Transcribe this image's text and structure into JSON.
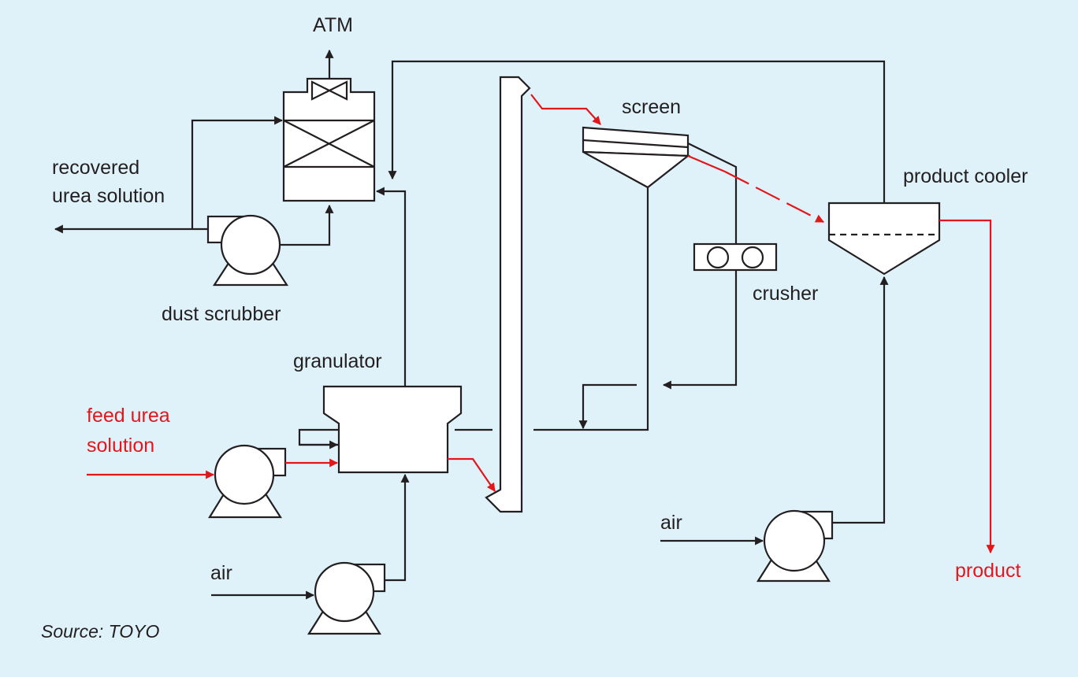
{
  "colors": {
    "background": "#dff2fa",
    "line": "#231f20",
    "product_stream": "#e3161c"
  },
  "labels": {
    "atm": "ATM",
    "recovered_urea_solution": [
      "recovered",
      "urea solution"
    ],
    "dust_scrubber": "dust scrubber",
    "granulator": "granulator",
    "feed_urea_solution": [
      "feed urea",
      "solution"
    ],
    "air_granulator": "air",
    "screen": "screen",
    "crusher": "crusher",
    "product_cooler": "product cooler",
    "air_cooler": "air",
    "product": "product",
    "source": "Source: TOYO"
  }
}
